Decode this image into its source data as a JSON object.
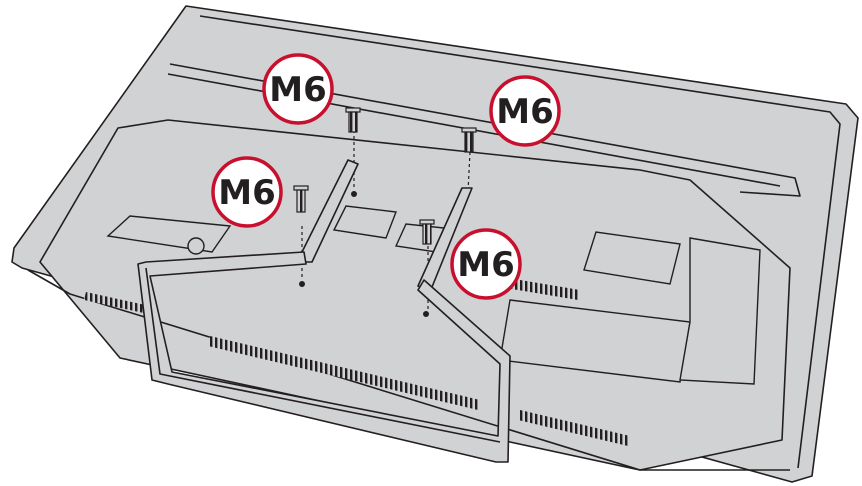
{
  "diagram": {
    "screw_labels": [
      {
        "id": "top-left",
        "text": "M6"
      },
      {
        "id": "top-right",
        "text": "M6"
      },
      {
        "id": "mid-left",
        "text": "M6"
      },
      {
        "id": "mid-right",
        "text": "M6"
      }
    ],
    "colors": {
      "panel": "#d1d2d4",
      "outline": "#231f20",
      "callout_ring": "#c8102e",
      "callout_fill": "#ffffff"
    }
  }
}
